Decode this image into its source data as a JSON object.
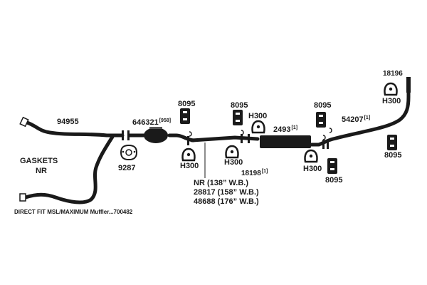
{
  "colors": {
    "pipe": "#1a1a1a",
    "background": "#ffffff",
    "text": "#1a1a1a"
  },
  "labels": {
    "pipe_front": "94955",
    "converter_part": "646321",
    "converter_ref": "[958]",
    "converter_gasket": "9287",
    "gaskets_line1": "GASKETS",
    "gaskets_line2": "NR",
    "hanger_8095_a": "8095",
    "hanger_8095_b": "8095",
    "hanger_8095_c": "8095",
    "hanger_8095_d": "8095",
    "hanger_8095_e": "8095",
    "h300_a": "H300",
    "h300_b": "H300",
    "h300_c": "H300",
    "h300_d": "H300",
    "h300_e": "H300",
    "muffler_part": "2493",
    "muffler_ref": "[1]",
    "tail_part": "54207",
    "tail_ref": "[1]",
    "tip_part": "18196",
    "clamp_part": "18198",
    "clamp_ref": "[1]",
    "wb_1": "NR (138” W.B.)",
    "wb_2": "28817 (158” W.B.)",
    "wb_3": "48688 (176” W.B.)",
    "footer": "DIRECT FIT MSL/MAXIMUM Muffler...700482"
  }
}
